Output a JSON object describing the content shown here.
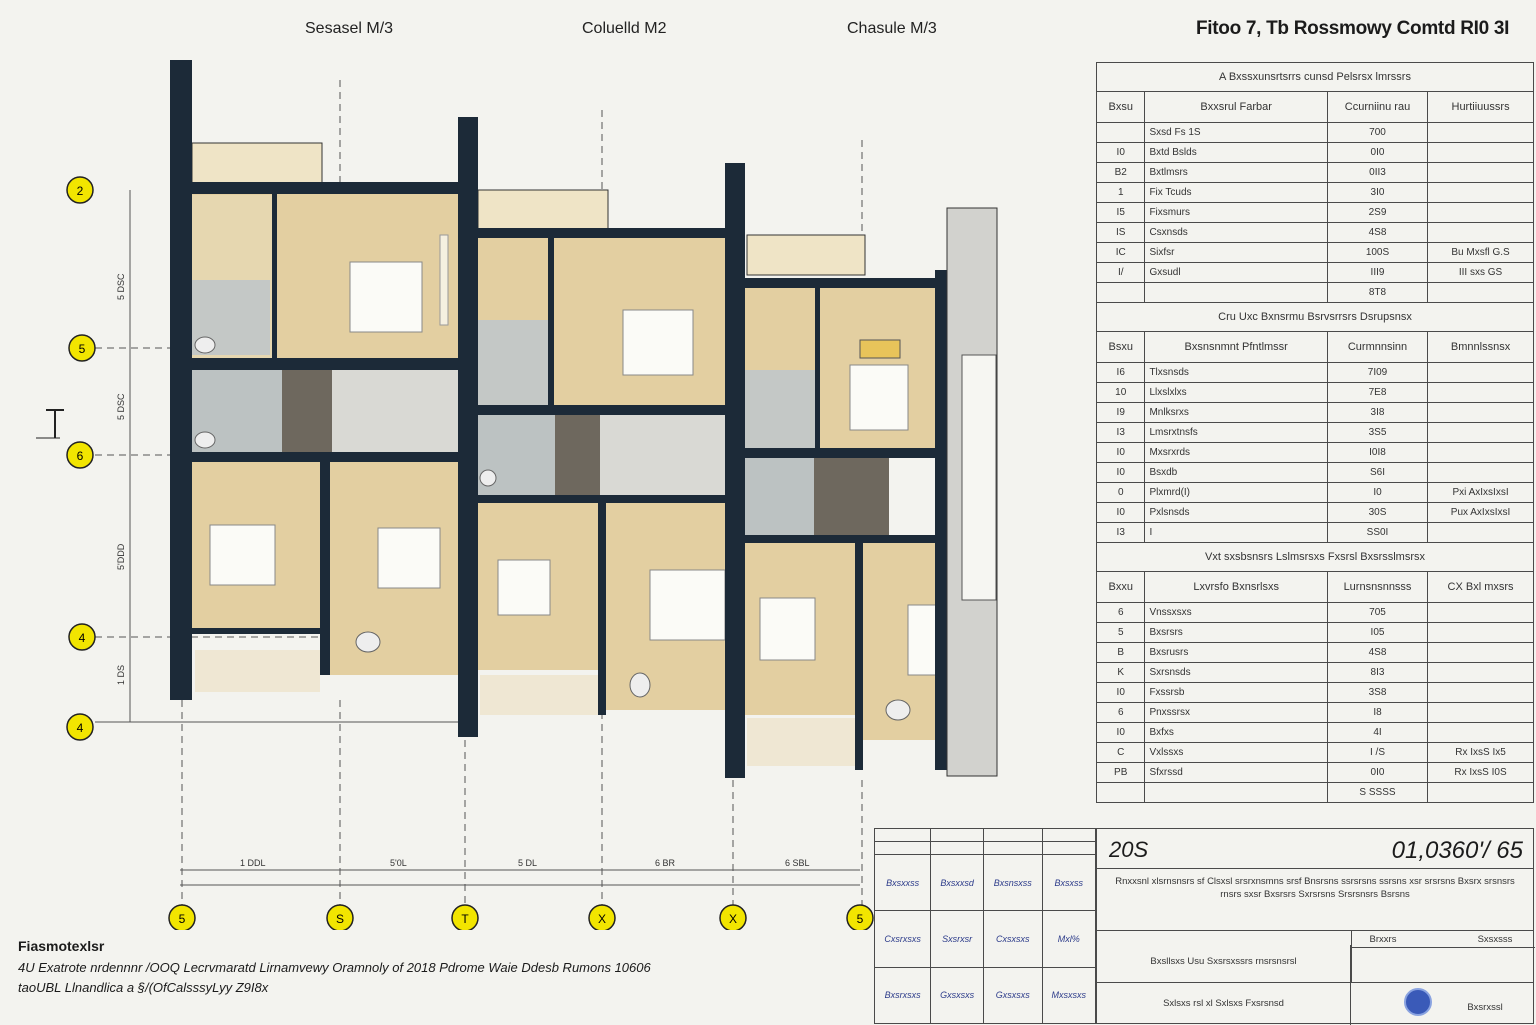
{
  "unit_titles": [
    "Sesasel M/3",
    "Coluelld M2",
    "Chasule M/3"
  ],
  "sheet_title": "Fitoo 7, Tb Rossmowy  Comtd RI0 3I",
  "row_markers": [
    "2",
    "5",
    "6",
    "4",
    "4"
  ],
  "column_markers": [
    "5",
    "S",
    "T",
    "X",
    "X",
    "5"
  ],
  "dimension_labels": [
    "1 DDL",
    "5'0L",
    "5 DL",
    "6 BR",
    "6 SBL"
  ],
  "vertical_dimensions": [
    "5 DSC",
    "5 DSC",
    "5'DDD",
    "1 DS"
  ],
  "schedule": {
    "sections": [
      {
        "title": "A Bxssxunsrtsrrs cunsd Pelsrsx lmrssrs",
        "headers": [
          "Bxsu",
          "Bxxsrul Farbar",
          "Ccurniinu rau",
          "Hurtiiuussrs"
        ],
        "rows": [
          [
            "",
            "Sxsd Fs 1S",
            "700",
            ""
          ],
          [
            "I0",
            "Bxtd Bslds",
            "0I0",
            ""
          ],
          [
            "B2",
            "Bxtlmsrs",
            "0II3",
            ""
          ],
          [
            "1",
            "Fix Tcuds",
            "3I0",
            ""
          ],
          [
            "I5",
            "Fixsmurs",
            "2S9",
            ""
          ],
          [
            "IS",
            "Csxnsds",
            "4S8",
            ""
          ],
          [
            "IC",
            "Sixfsr",
            "100S",
            "Bu  Mxsfl  G.S"
          ],
          [
            "I/",
            "Gxsudl",
            "III9",
            "III  sxs  GS"
          ],
          [
            "",
            "",
            "8T8",
            ""
          ]
        ]
      },
      {
        "title": "Cru  Uxc Bxnsrmu  Bsrvsrrsrs  Dsrupsnsx",
        "headers": [
          "Bsxu",
          "Bxsnsnmnt Pfntlmssr",
          "Curmnnsinn",
          "Bmnnlssnsx"
        ],
        "rows": [
          [
            "I6",
            "Tlxsnsds",
            "7I09",
            ""
          ],
          [
            "10",
            "Llxslxlxs",
            "7E8",
            ""
          ],
          [
            "I9",
            "Mnlksrxs",
            "3I8",
            ""
          ],
          [
            "I3",
            "Lmsrxtnsfs",
            "3S5",
            ""
          ],
          [
            "I0",
            "Mxsrxrds",
            "I0I8",
            ""
          ],
          [
            "I0",
            "Bsxdb",
            "S6I",
            ""
          ],
          [
            "0",
            "Plxmrd(I)",
            "I0",
            "Pxi  AxIxsIxsI"
          ],
          [
            "I0",
            "Pxlsnsds",
            "30S",
            "Pux AxIxsIxsI"
          ],
          [
            "I3",
            "I",
            "SS0I",
            ""
          ]
        ]
      },
      {
        "title": "Vxt sxsbsnsrs  Lslmsrsxs  Fxsrsl  Bxsrsslmsrsx",
        "headers": [
          "Bxxu",
          "Lxvrsfo  Bxnsrlsxs",
          "Lurnsnsnnsss",
          "CX  Bxl  mxsrs"
        ],
        "rows": [
          [
            "6",
            "Vnssxsxs",
            "705",
            ""
          ],
          [
            "5",
            "Bxsrsrs",
            "I05",
            ""
          ],
          [
            "B",
            "Bxsrusrs",
            "4S8",
            ""
          ],
          [
            "K",
            "Sxrsnsds",
            "8I3",
            ""
          ],
          [
            "I0",
            "Fxssrsb",
            "3S8",
            ""
          ],
          [
            "6",
            "Pnxssrsx",
            "I8",
            ""
          ],
          [
            "I0",
            "Bxfxs",
            "4I",
            ""
          ],
          [
            "C",
            "Vxlssxs",
            "I /S",
            "Rx  IxsS  Ix5"
          ],
          [
            "PB",
            "Sfxrssd",
            "0I0",
            "Rx  IxsS  I0S"
          ],
          [
            "",
            "",
            "S SSSS",
            ""
          ]
        ]
      }
    ]
  },
  "title_block": {
    "project_id": "20S",
    "sheet_number": "01,0360'/ 65",
    "description": "Rnxxsnl xlsrnsnsrs sf Clsxsl srsrxnsmns srsf  Bnsrsns  ssrsrsns  ssrsns  xsr  srsrsns  Bxsrx srsnsrs  rnsrs  sxsr  Bxsrsrs  Sxrsrsns  Srsrsnsrs  Bsrsns",
    "label_a": "Brxxrs",
    "label_b": "Sxsxsss",
    "company": "Bxsllsxs Usu  Sxsrsxssrs rnsrsnsrsl",
    "signature": "Sxlsxs  rsl  xl  Sxlsxs  Fxsrsnsd",
    "logo_text": "Bxsrxssl"
  },
  "revisions": [
    [
      "",
      "",
      "",
      ""
    ],
    [
      "",
      "",
      "",
      ""
    ],
    [
      "Bxsxxss",
      "Bxsxxsd",
      "Bxsnsxss",
      "Bxsxss"
    ],
    [
      "Cxsrxsxs",
      "Sxsrxsr",
      "Cxsxsxs",
      "Mxl%"
    ],
    [
      "Bxsrxsxs",
      "Gxsxsxs",
      "Gxsxsxs",
      "Mxsxsxs"
    ]
  ],
  "footer": {
    "title": "Fiasmotexlsr",
    "line1": "4U Exatrote  nrdennnr /OOQ  Lecrvmaratd  Lirnamvewy  Oramnoly of  2018  Pdrome  Waie  Ddesb  Rumons  10606",
    "line2": "taoUBL  Llnandlica  a  §/(OfCalsssyLyy  Z9I8x"
  },
  "colors": {
    "wall": "#1c2a38",
    "room_fill": "#e3cfa1",
    "wet_room": "#bcc2c2",
    "stair_core": "#6e685e",
    "marker_fill": "#f2e500",
    "grid_line": "#555555"
  }
}
